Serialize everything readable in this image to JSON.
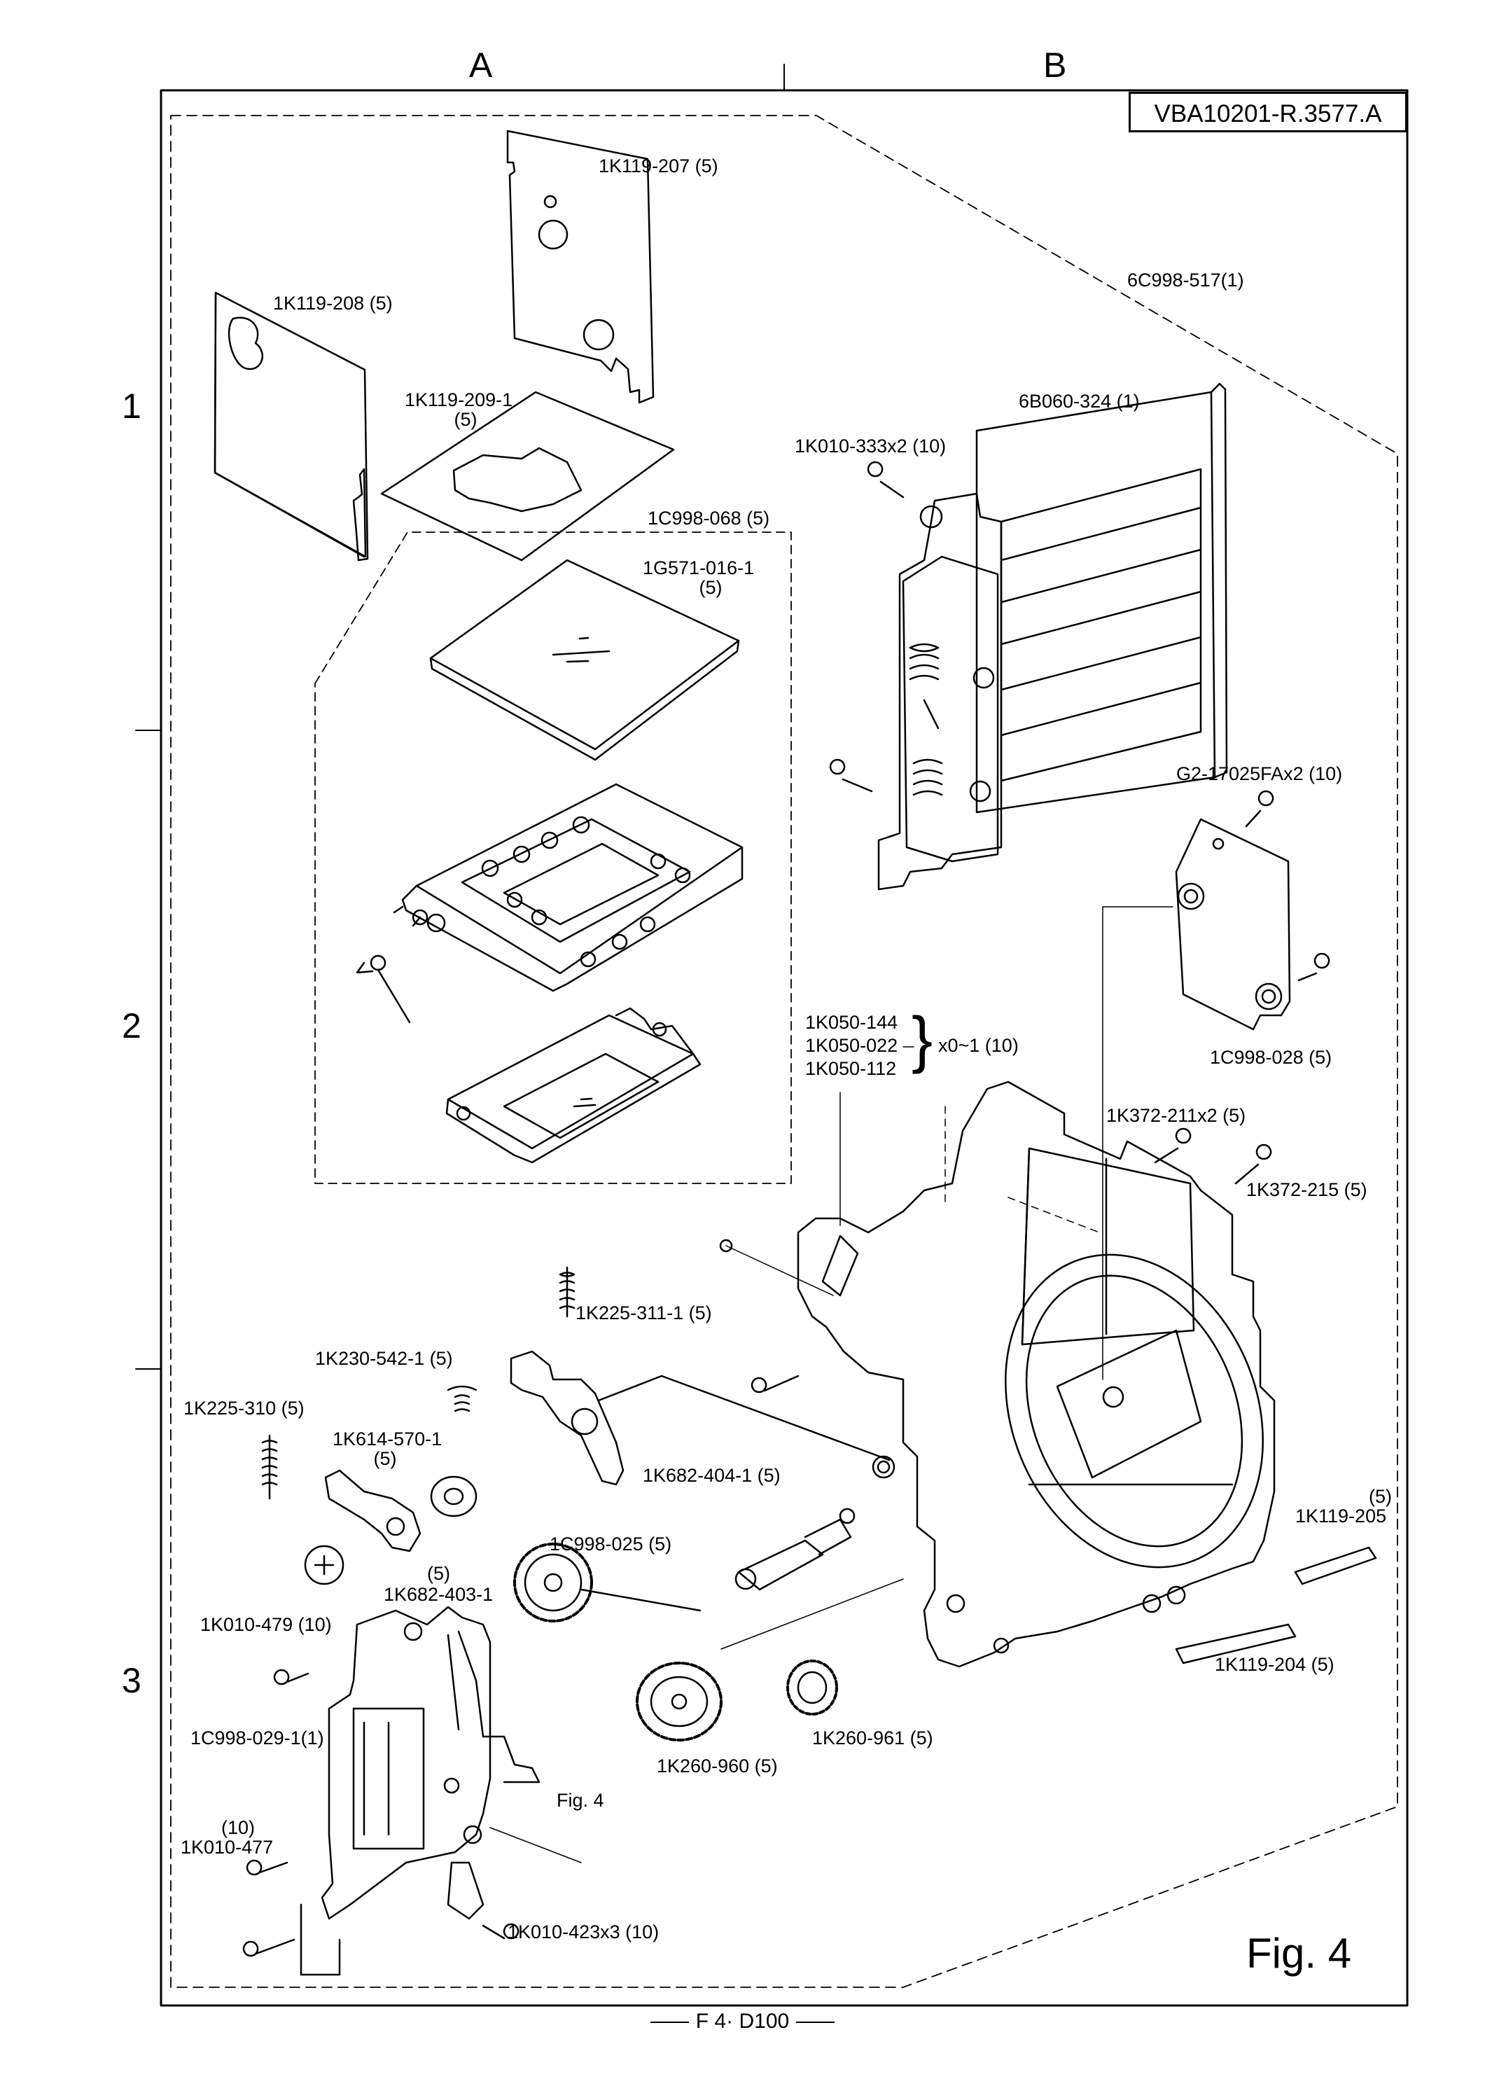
{
  "grid": {
    "columns": [
      "A",
      "B"
    ],
    "rows": [
      "1",
      "2",
      "3"
    ]
  },
  "reference_code": "VBA10201-R.3577.A",
  "figure_title": "Fig.  4",
  "footer": "F 4· D100",
  "parts": {
    "p1k119_207": "1K119-207 (5)",
    "p1k119_208": "1K119-208 (5)",
    "p6c998_517": "6C998-517(1)",
    "p1k119_209_1": "1K119-209-1",
    "p1k119_209_1_qty": "(5)",
    "p6b060_324": "6B060-324 (1)",
    "p1k010_333": "1K010-333x2 (10)",
    "p1c998_068": "1C998-068 (5)",
    "p1g571_016_1": "1G571-016-1",
    "p1g571_016_1_qty": "(5)",
    "pg2_17025fa": "G2-17025FAx2 (10)",
    "p1k050_144": "1K050-144",
    "p1k050_022": "1K050-022",
    "p1k050_112": "1K050-112",
    "p1k050_qty": "x0~1 (10)",
    "p1c998_028": "1C998-028 (5)",
    "p1k372_211": "1K372-211x2 (5)",
    "p1k372_215": "1K372-215 (5)",
    "p1k225_311_1": "1K225-311-1 (5)",
    "p1k230_542_1": "1K230-542-1 (5)",
    "p1k225_310": "1K225-310 (5)",
    "p1k614_570_1": "1K614-570-1",
    "p1k614_570_1_qty": "(5)",
    "p1k682_404_1": "1K682-404-1 (5)",
    "p1k119_205_qty": "(5)",
    "p1k119_205": "1K119-205",
    "p1c998_025": "1C998-025 (5)",
    "p1k682_403_1_qty": "(5)",
    "p1k682_403_1": "1K682-403-1",
    "p1k010_479": "1K010-479 (10)",
    "p1k119_204": "1K119-204 (5)",
    "p1c998_029_1": "1C998-029-1(1)",
    "p1k260_961": "1K260-961 (5)",
    "p1k260_960": "1K260-960 (5)",
    "fig4_ref": "Fig. 4",
    "p1k010_477_qty": "(10)",
    "p1k010_477": "1K010-477",
    "p1k010_423": "1K010-423x3 (10)"
  }
}
